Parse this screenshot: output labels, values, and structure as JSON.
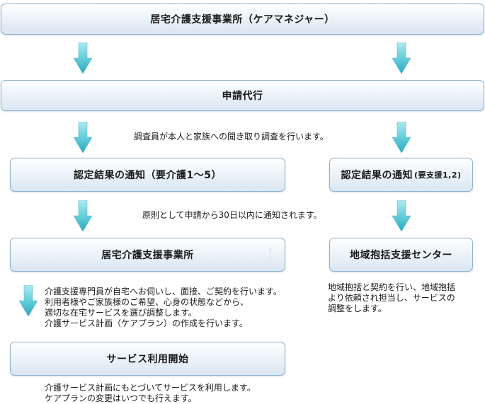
{
  "boxes": {
    "top": "居宅介護支援事業所（ケアマネジャー）",
    "apply": "申請代行",
    "result_care_main": "認定結果の通知（要介護1～5）",
    "result_support_main": "認定結果の通知",
    "result_support_small": "(要支援1,2)",
    "office": "居宅介護支援事業所",
    "center": "地域抱括支援センター",
    "start": "サービス利用開始"
  },
  "notes": {
    "survey": "調査員が本人と家族への聞き取り調査を行います。",
    "notify": "原則として申請から30日以内に通知されます。",
    "office_lines": [
      "介護支援専門員が自宅へお伺いし、面接、ご契約を行います。",
      "利用者様やご家族様のご希望、心身の状態などから、",
      "適切な在宅サービスを選び調整します。",
      "介護サービス計画（ケアプラン）の作成を行います。"
    ],
    "center_lines": [
      "地域抱括と契約を行い、地域抱括",
      "より依頼され担当し、サービスの",
      "調整をします。"
    ],
    "start_lines": [
      "介護サービス計画にもとづいてサービスを利用します。",
      "ケアプランの変更はいつでも行えます。"
    ]
  },
  "colors": {
    "arrow_top": "#7fd9e3",
    "arrow_bottom": "#2aa9bd",
    "box_border": "#8fb0cc"
  },
  "icons": [
    "down-arrow-icon"
  ]
}
